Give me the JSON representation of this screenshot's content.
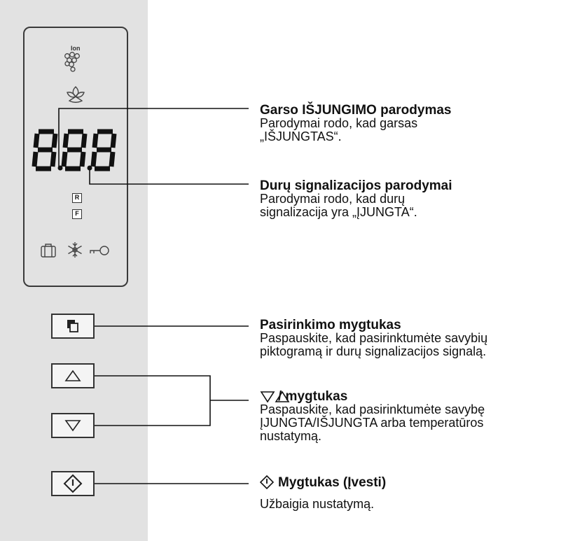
{
  "display": {
    "digits": "8.8.8",
    "badge_r": "R",
    "badge_f": "F",
    "ion_label": "Ion"
  },
  "labels": {
    "sound_off": {
      "title": "Garso IŠJUNGIMO parodymas",
      "desc": "Parodymai rodo, kad garsas\n„IŠJUNGTAS“."
    },
    "door_alarm": {
      "title": "Durų signalizacijos parodymai",
      "desc": "Parodymai rodo, kad durų\nsignalizacija yra „ĮJUNGTA“."
    },
    "select_button": {
      "title": "Pasirinkimo mygtukas",
      "desc": "Paspauskite, kad pasirinktumėte savybių\npiktogramą ir durų signalizacijos signalą."
    },
    "updown_button": {
      "title": "/ mygtukas",
      "desc": "Paspauskite, kad pasirinktumėte savybę\nĮJUNGTA/IŠJUNGTA arba temperatūros\nnustatymą."
    },
    "enter_button": {
      "title": "Mygtukas (Įvesti)",
      "desc": "Užbaigia nustatymą."
    }
  }
}
